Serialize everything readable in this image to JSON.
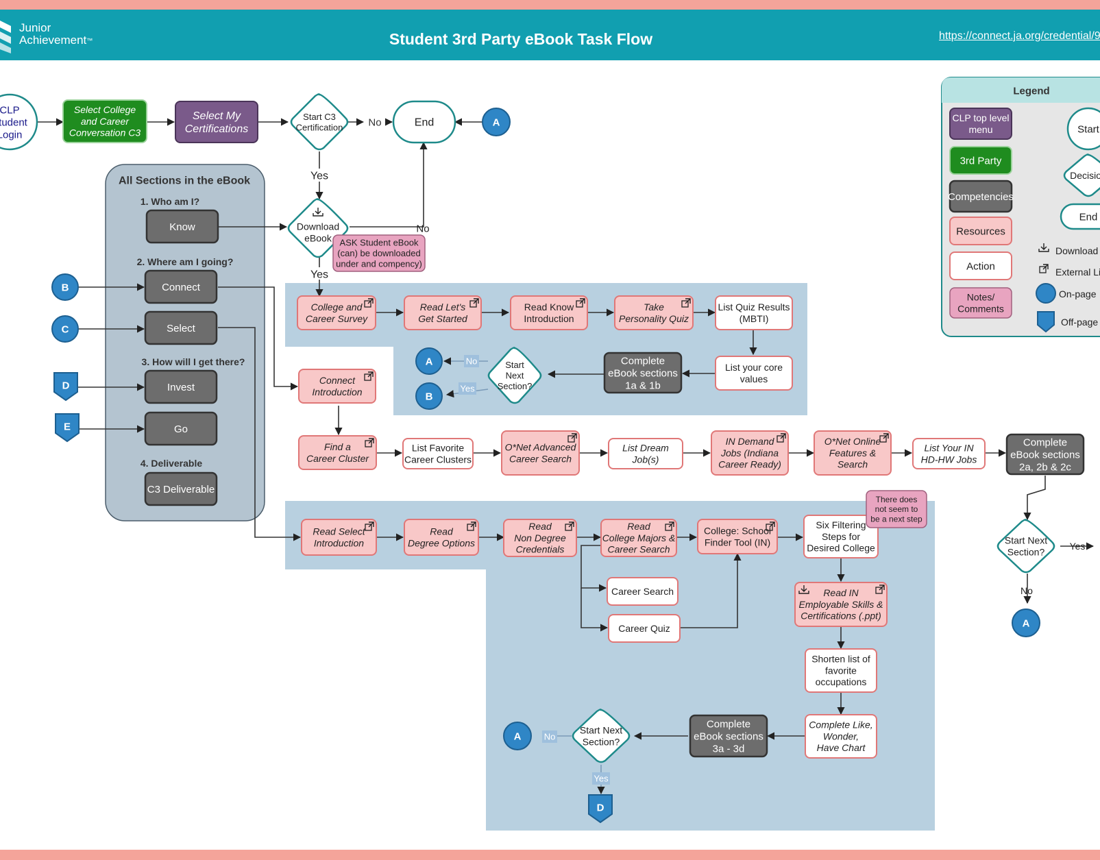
{
  "header": {
    "logo_line1": "Junior",
    "logo_line2": "Achievement",
    "logo_tm": "™",
    "title": "Student 3rd Party eBook Task Flow",
    "url": "https://connect.ja.org/credential/9"
  },
  "colors": {
    "header": "#119fb0",
    "band": "#f4a49a",
    "teal": "#1e8a8a",
    "third_party": "#1f8c1f",
    "clp_menu": "#7a5a8a",
    "competency": "#6d6d6d",
    "resource_fill": "#f8c8c8",
    "resource_stroke": "#e07777",
    "note_fill": "#e8a4c0",
    "connector": "#2f86c6",
    "region": "#b8d0e0",
    "sections_panel": "#b4c4d0"
  },
  "top_row": {
    "login": [
      "CLP",
      "Student",
      "Login"
    ],
    "select_c3": [
      "Select College",
      "and Career",
      "Conversation C3"
    ],
    "select_cert": [
      "Select My",
      "Certifications"
    ],
    "start_c3": [
      "Start C3",
      "Certification"
    ],
    "no": "No",
    "end": "End",
    "yes": "Yes",
    "download": [
      "Download",
      "eBook"
    ],
    "no2": "No",
    "ask_note": [
      "ASK Student eBook",
      "(can) be downloaded",
      "under and compency)"
    ],
    "yes2": "Yes"
  },
  "sections": {
    "title": "All Sections in the eBook",
    "h1": "1. Who am I?",
    "know": "Know",
    "h2": "2. Where am I going?",
    "connect": "Connect",
    "select": "Select",
    "h3": "3. How will I get there?",
    "invest": "Invest",
    "go": "Go",
    "h4": "4. Deliverable",
    "deliverable": "C3 Deliverable"
  },
  "connectors": {
    "a": "A",
    "b": "B",
    "c": "C",
    "d": "D",
    "e": "E"
  },
  "know_flow": {
    "survey": [
      "College and",
      "Career Survey"
    ],
    "lets": [
      "Read Let's",
      "Get Started"
    ],
    "know_intro": [
      "Read Know",
      "Introduction"
    ],
    "quiz": [
      "Take",
      "Personality Quiz"
    ],
    "results": [
      "List Quiz Results",
      "(MBTI)"
    ],
    "core": [
      "List your core",
      "values"
    ],
    "complete": [
      "Complete",
      "eBook sections",
      "1a & 1b"
    ],
    "next": [
      "Start",
      "Next",
      "Section?"
    ],
    "no": "No",
    "yes": "Yes"
  },
  "connect_flow": {
    "intro": [
      "Connect",
      "Introduction"
    ],
    "cluster": [
      "Find a",
      "Career Cluster"
    ],
    "fav": [
      "List Favorite",
      "Career Clusters"
    ],
    "onet": [
      "O*Net Advanced",
      "Career Search"
    ],
    "dream": [
      "List Dream",
      "Job(s)"
    ],
    "demand": [
      "IN Demand",
      "Jobs (Indiana",
      "Career Ready)"
    ],
    "online": [
      "O*Net Online",
      "Features &",
      "Search"
    ],
    "hdhw": [
      "List Your IN",
      "HD-HW Jobs"
    ],
    "complete": [
      "Complete",
      "eBook sections",
      "2a, 2b & 2c"
    ],
    "next": [
      "Start Next",
      "Section?"
    ],
    "yes": "Yes",
    "no": "No"
  },
  "select_flow": {
    "intro": [
      "Read Select",
      "Introduction"
    ],
    "degree": [
      "Read",
      "Degree Options"
    ],
    "nondegree": [
      "Read",
      "Non Degree",
      "Credentials"
    ],
    "majors": [
      "Read",
      "College Majors &",
      "Career Search"
    ],
    "finder": [
      "College: School",
      "Finder Tool (IN)"
    ],
    "six": [
      "Six Filtering",
      "Steps for",
      "Desired College"
    ],
    "note": [
      "There does",
      "not seem to",
      "be a next step"
    ],
    "career_search": "Career Search",
    "career_quiz": "Career Quiz",
    "employ": [
      "Read IN",
      "Employable Skills &",
      "Certifications (.ppt)"
    ],
    "shorten": [
      "Shorten list of",
      "favorite",
      "occupations"
    ],
    "like": [
      "Complete Like,",
      "Wonder,",
      "Have Chart"
    ],
    "complete": [
      "Complete",
      "eBook sections",
      "3a - 3d"
    ],
    "next": [
      "Start Next",
      "Section?"
    ],
    "no": "No",
    "yes": "Yes"
  },
  "legend": {
    "title": "Legend",
    "clp": [
      "CLP top level",
      "menu"
    ],
    "third": "3rd Party",
    "comp": "Competencies",
    "res": "Resources",
    "action": "Action",
    "notes": [
      "Notes/",
      "Comments"
    ],
    "start": "Start",
    "decision": "Decision",
    "end": "End",
    "download": "Download",
    "external": "External Link",
    "onpage": "On-page",
    "offpage": "Off-page"
  }
}
